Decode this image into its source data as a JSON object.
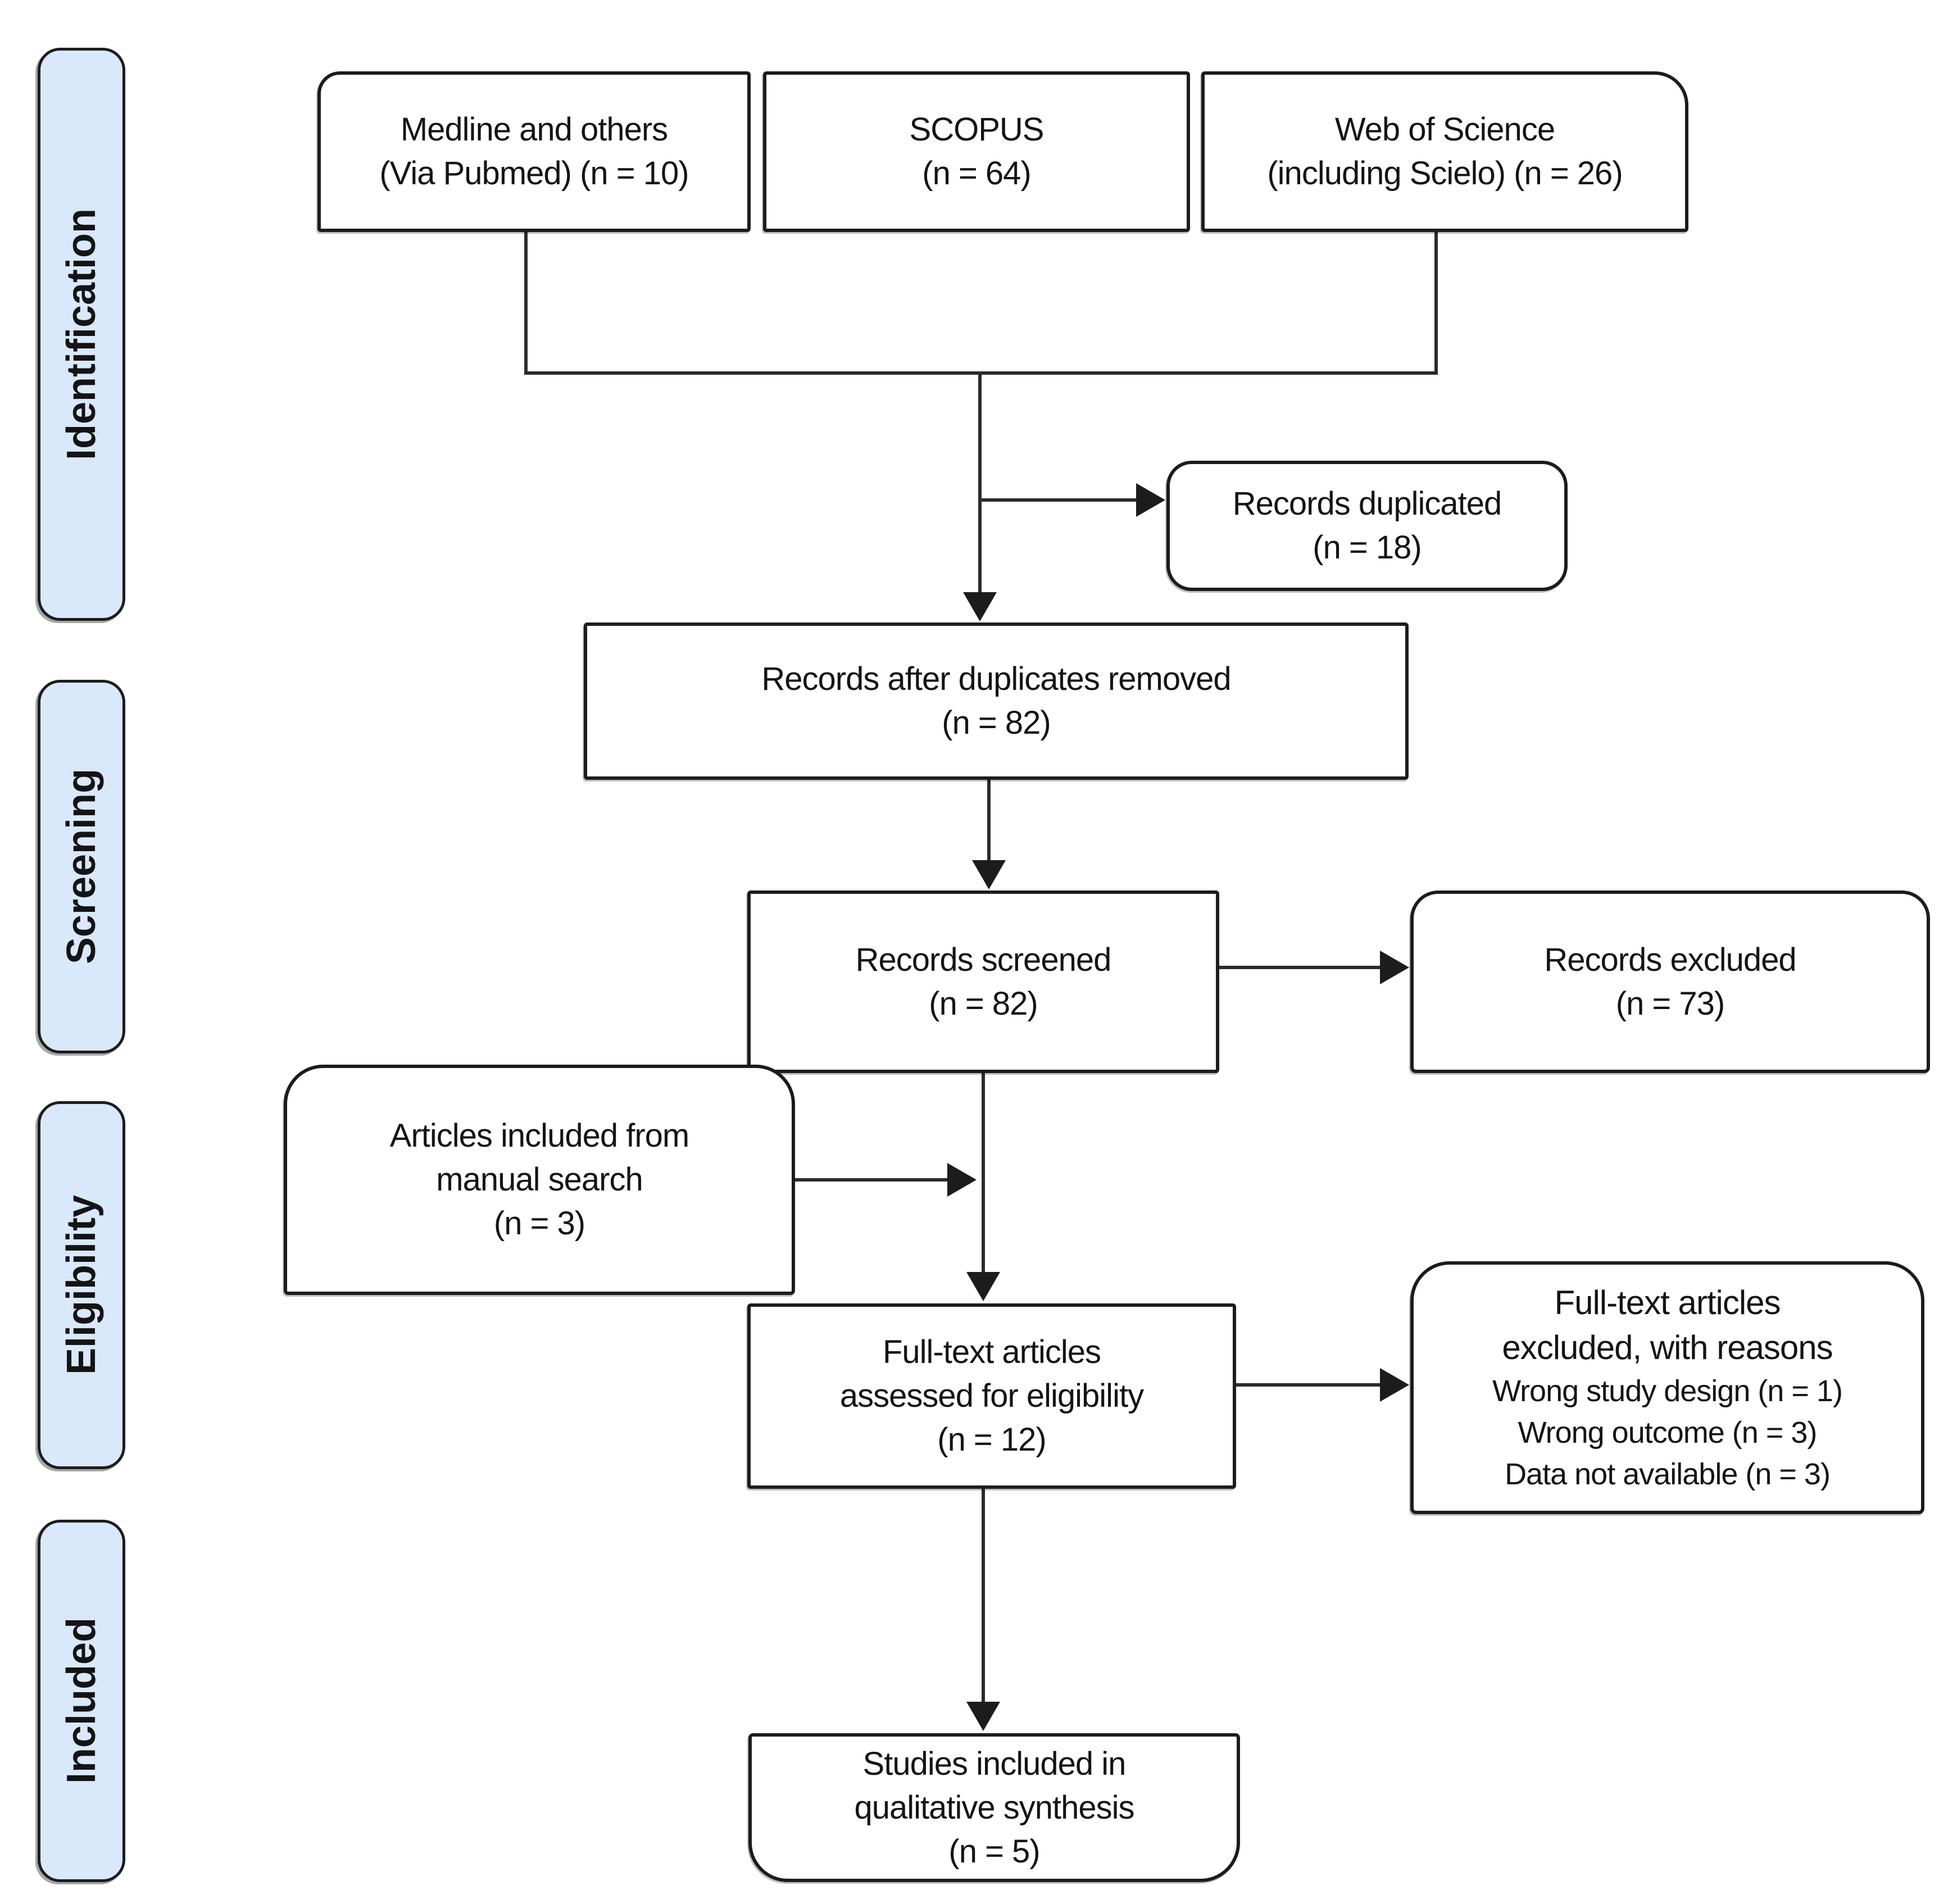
{
  "colors": {
    "sidebar-fill": "#d9e8fb",
    "box-fill": "#ffffff",
    "stroke": "#1c1c1c",
    "text": "#141414",
    "background": "#ffffff"
  },
  "sidebar": {
    "labels": [
      "Identification",
      "Screening",
      "Eligibility",
      "Included"
    ]
  },
  "boxes": {
    "medline": {
      "lines": [
        "Medline and others",
        "(Via Pubmed) (n = 10)"
      ]
    },
    "scopus": {
      "lines": [
        "SCOPUS",
        "(n = 64)"
      ]
    },
    "web_of_science": {
      "lines": [
        "Web of Science",
        "(including Scielo) (n = 26)"
      ]
    },
    "records_duplicated": {
      "lines": [
        "Records duplicated",
        "(n = 18)"
      ]
    },
    "records_after_duplicates": {
      "lines": [
        "Records after duplicates removed",
        "(n = 82)"
      ]
    },
    "records_screened": {
      "lines": [
        "Records screened",
        "(n = 82)"
      ]
    },
    "records_excluded": {
      "lines": [
        "Records excluded",
        "(n = 73)"
      ]
    },
    "manual_search": {
      "lines": [
        "Articles included from",
        "manual search",
        "(n = 3)"
      ]
    },
    "fulltext_assessed": {
      "lines": [
        "Full-text articles",
        "assessed for eligibility",
        "(n = 12)"
      ]
    },
    "fulltext_excluded": {
      "lines": [
        "Full-text articles",
        "excluded, with reasons",
        "Wrong study design (n = 1)",
        "Wrong outcome (n = 3)",
        "Data not available (n = 3)"
      ]
    },
    "studies_included": {
      "lines": [
        "Studies included in",
        "qualitative synthesis",
        "(n = 5)"
      ]
    }
  }
}
